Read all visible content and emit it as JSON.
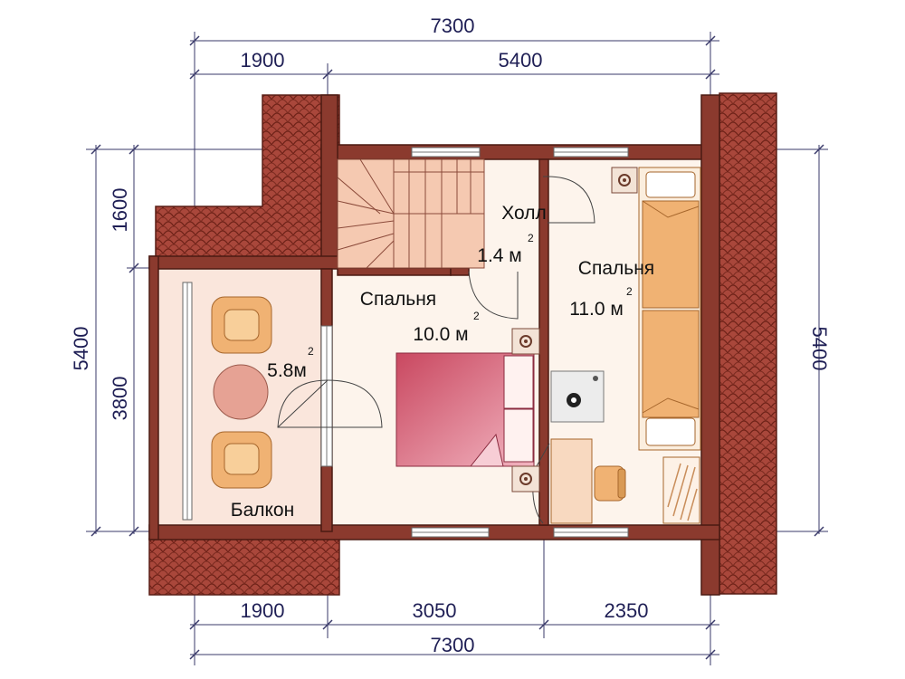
{
  "dimensions": {
    "top_total": "7300",
    "top_left": "1900",
    "top_right": "5400",
    "bottom_total": "7300",
    "bottom_left": "1900",
    "bottom_mid": "3050",
    "bottom_right": "2350",
    "left_total": "5400",
    "left_upper": "1600",
    "left_lower": "3800",
    "right_total": "5400"
  },
  "rooms": {
    "hall": {
      "name": "Холл",
      "area": "1.4 м",
      "sup": "2"
    },
    "bedroom_right": {
      "name": "Спальня",
      "area": "11.0 м",
      "sup": "2"
    },
    "bedroom_center": {
      "name": "Спальня",
      "area": "10.0 м",
      "sup": "2"
    },
    "balcony": {
      "name": "Балкон",
      "area": "5.8м",
      "sup": "2"
    }
  },
  "colors": {
    "wall": "#8b3a2e",
    "roof": "#a9473b",
    "floor": "#fdf4ec",
    "balcony_floor": "#fae6dc",
    "stairs": "#f5c9b1",
    "bed": "#d9637a",
    "furniture": "#f0b273",
    "dimension_text": "#1f1f55"
  }
}
